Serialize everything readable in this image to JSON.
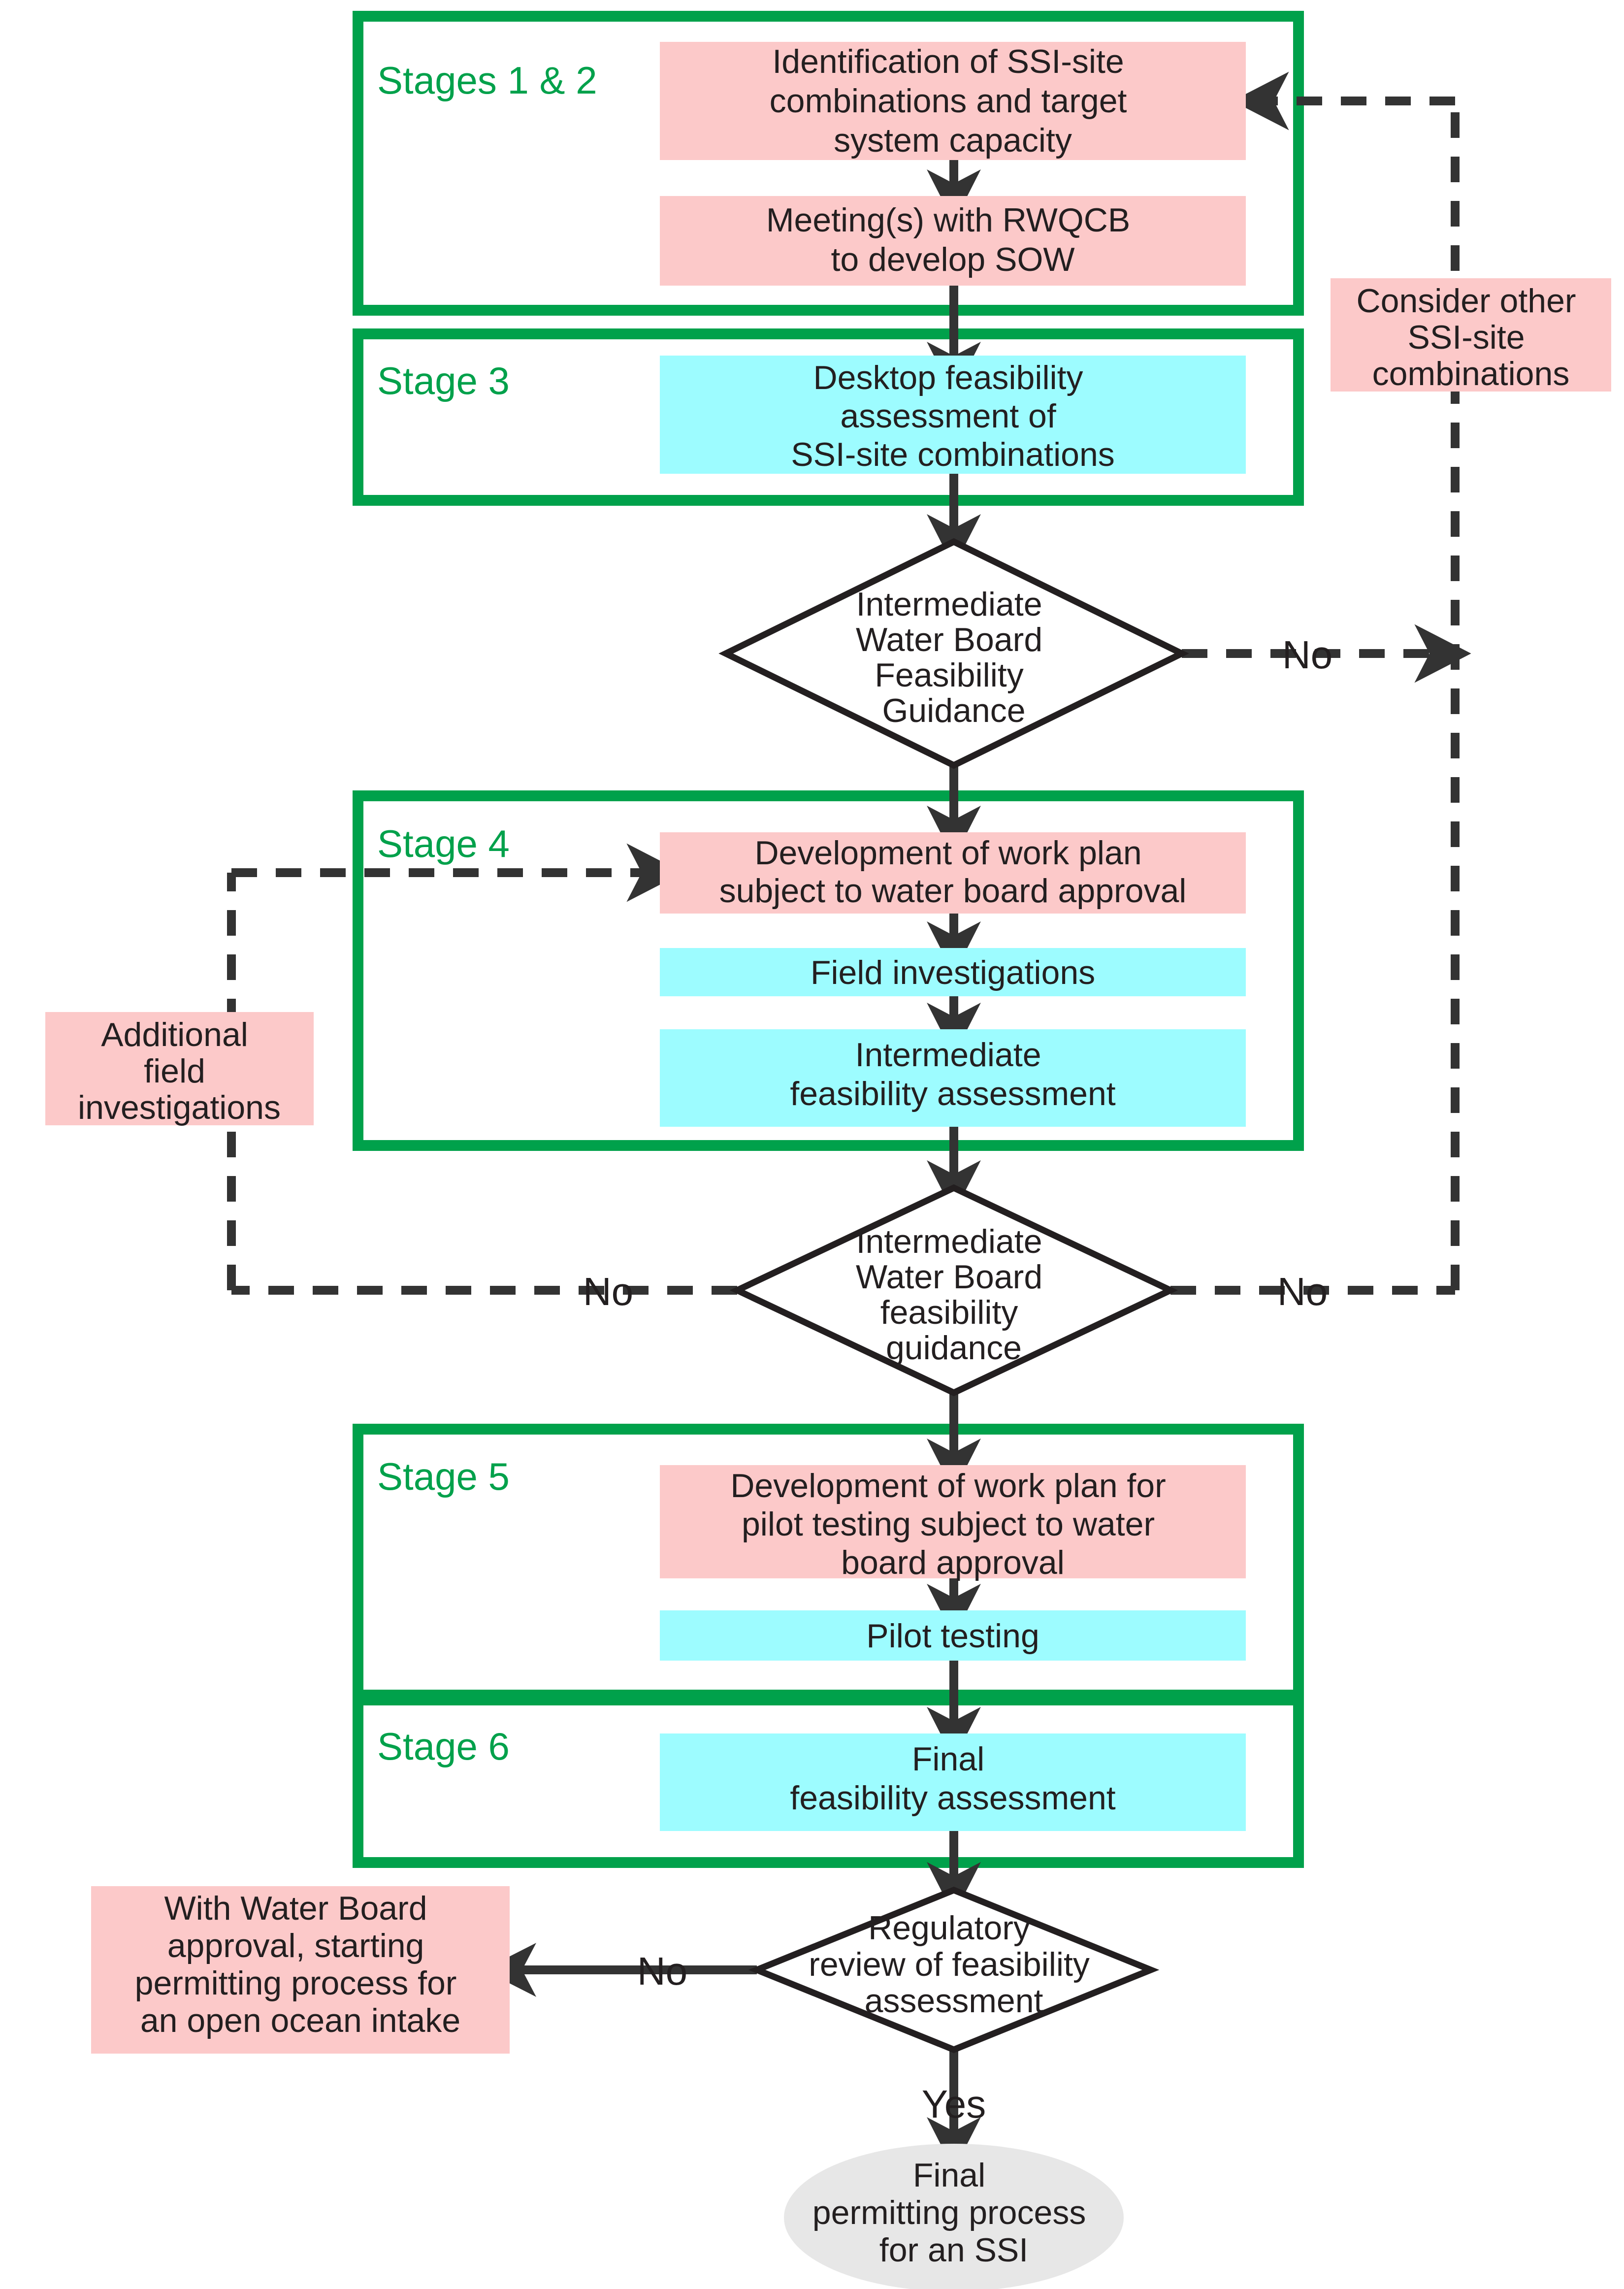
{
  "colors": {
    "group_border": "#00a14b",
    "group_label": "#00a14b",
    "pink_fill": "#fcc9c9",
    "cyan_fill": "#9dfcff",
    "gray_fill": "#e7e7e7",
    "line": "#333333",
    "text": "#231f20",
    "background": "#ffffff"
  },
  "groups": [
    {
      "id": "stages-1-2",
      "label": "Stages 1 & 2"
    },
    {
      "id": "stage-3",
      "label": "Stage 3"
    },
    {
      "id": "stage-4",
      "label": "Stage 4"
    },
    {
      "id": "stage-5",
      "label": "Stage 5"
    },
    {
      "id": "stage-6",
      "label": "Stage 6"
    }
  ],
  "nodes": {
    "identification": {
      "kind": "process",
      "fill": "pink",
      "lines": [
        "Identification of SSI-site",
        "combinations and target",
        "system capacity"
      ]
    },
    "meeting_rwqcb": {
      "kind": "process",
      "fill": "pink",
      "lines": [
        "Meeting(s) with RWQCB",
        "to develop SOW"
      ]
    },
    "desktop_feasibility": {
      "kind": "process",
      "fill": "cyan",
      "lines": [
        "Desktop feasibility",
        "assessment of",
        "SSI-site combinations"
      ]
    },
    "decision_1": {
      "kind": "decision",
      "fill": "none",
      "lines": [
        "Intermediate",
        "Water Board",
        "Feasibility",
        "Guidance"
      ]
    },
    "consider_other": {
      "kind": "process",
      "fill": "pink",
      "lines": [
        "Consider other",
        "SSI-site",
        "combinations"
      ]
    },
    "work_plan": {
      "kind": "process",
      "fill": "pink",
      "lines": [
        "Development of work plan",
        "subject to water board approval"
      ]
    },
    "field_investigations": {
      "kind": "process",
      "fill": "cyan",
      "lines": [
        "Field investigations"
      ]
    },
    "intermediate_feasibility": {
      "kind": "process",
      "fill": "cyan",
      "lines": [
        "Intermediate",
        "feasibility assessment"
      ]
    },
    "additional_field": {
      "kind": "process",
      "fill": "pink",
      "lines": [
        "Additional",
        "field",
        "investigations"
      ]
    },
    "decision_2": {
      "kind": "decision",
      "fill": "none",
      "lines": [
        "Intermediate",
        "Water Board",
        "feasibility",
        "guidance"
      ]
    },
    "pilot_work_plan": {
      "kind": "process",
      "fill": "pink",
      "lines": [
        "Development of work plan for",
        "pilot testing subject to water",
        "board approval"
      ]
    },
    "pilot_testing": {
      "kind": "process",
      "fill": "cyan",
      "lines": [
        "Pilot testing"
      ]
    },
    "final_feasibility": {
      "kind": "process",
      "fill": "cyan",
      "lines": [
        "Final",
        "feasibility assessment"
      ]
    },
    "decision_3": {
      "kind": "decision",
      "fill": "none",
      "lines": [
        "Regulatory",
        "review of feasibility",
        "assessment"
      ]
    },
    "open_ocean_intake": {
      "kind": "process",
      "fill": "pink",
      "lines": [
        "With Water Board",
        "approval, starting",
        "permitting process for",
        "an open ocean intake"
      ]
    },
    "final_permitting": {
      "kind": "terminal",
      "fill": "gray",
      "lines": [
        "Final",
        "permitting process",
        "for an SSI"
      ]
    }
  },
  "edge_labels": {
    "d1_no": "No",
    "d2_no_left": "No",
    "d2_no_right": "No",
    "d3_no": "No",
    "d3_yes": "Yes"
  }
}
